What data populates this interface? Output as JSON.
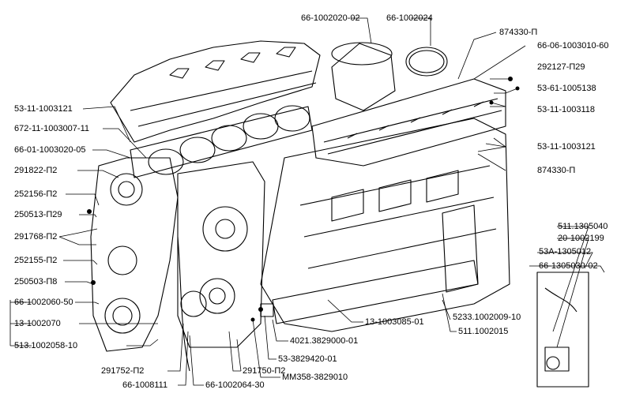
{
  "labels": {
    "top_1": "66-1002020-02",
    "top_2": "66-1002024",
    "r_874330_top": "874330-П",
    "r_66_06": "66-06-1003010-60",
    "r_292127": "292127-П29",
    "r_53_61": "53-61-1005138",
    "r_53_11_118": "53-11-1003118",
    "r_53_11_121": "53-11-1003121",
    "r_874330_mid": "874330-П",
    "r_511_1305040": "511.1305040",
    "r_20_1002199": "20-1002199",
    "r_53a_1305012": "53А-1305012",
    "r_66_1305030": "66-1305030-02",
    "l_53_11_121": "53-11-1003121",
    "l_672_11": "672-11-1003007-11",
    "l_66_01": "66-01-1003020-05",
    "l_291822": "291822-П2",
    "l_252156": "252156-П2",
    "l_250513": "250513-П29",
    "l_291768": "291768-П2",
    "l_252155": "252155-П2",
    "l_250503": "250503-П8",
    "l_66_1002060": "66-1002060-50",
    "l_13_1002070": "13-1002070",
    "l_513_1002058": "513.1002058-10",
    "b_291752": "291752-П2",
    "b_66_1008111": "66-1008111",
    "b_66_1002064": "66-1002064-30",
    "b_291750": "291750-П2",
    "b_mm358": "ММ358-3829010",
    "b_53_3829420": "53-3829420-01",
    "b_4021": "4021.3829000-01",
    "b_13_1003085": "13-1003085-01",
    "b_5233": "5233.1002009-10",
    "b_511_1002015": "511.1002015"
  }
}
